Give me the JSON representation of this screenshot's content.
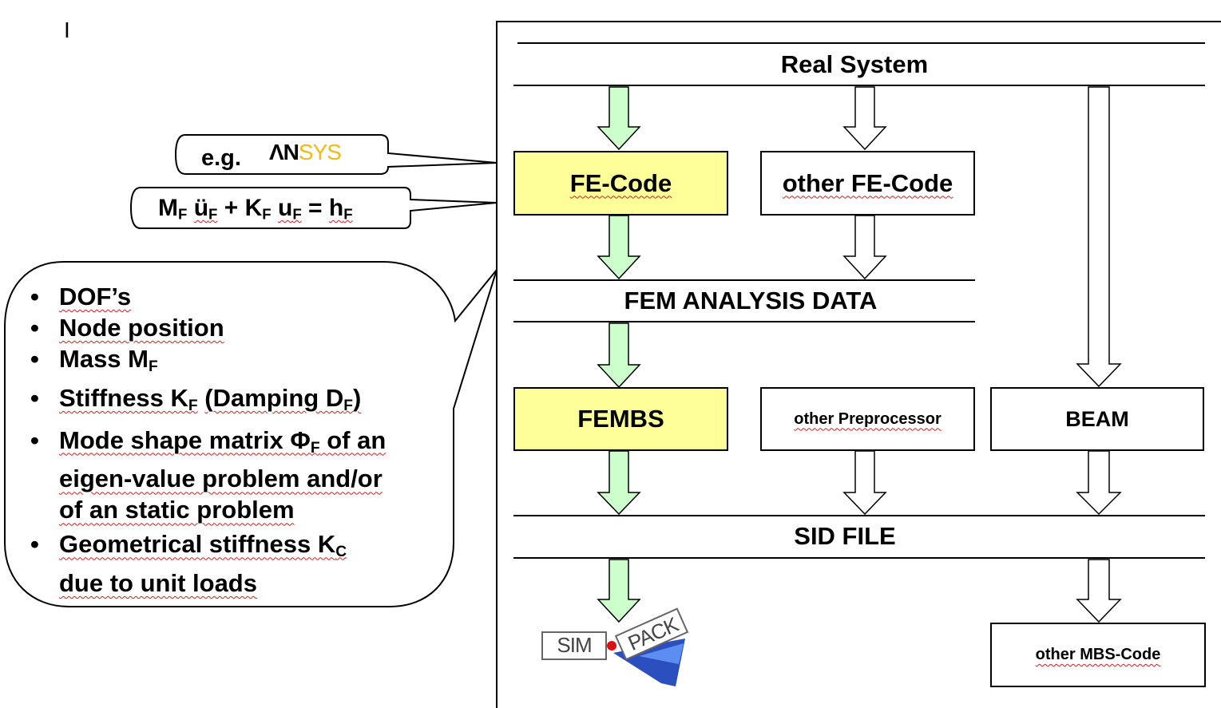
{
  "cursor_mark": "I",
  "diagram": {
    "real_system": "Real System",
    "fe_code": "FE-Code",
    "other_fe_code": "other FE-Code",
    "fem_analysis_data": "FEM ANALYSIS DATA",
    "fembs": "FEMBS",
    "other_preprocessor": "other Preprocessor",
    "beam": "BEAM",
    "sid_file": "SID FILE",
    "other_mbs_code": "other MBS-Code",
    "simpack_logo": {
      "sim": "SIM",
      "pack": "PACK"
    }
  },
  "callouts": {
    "example_prefix": "e.g.",
    "ansys_logo": {
      "an": "ΛN",
      "sys": "SYS"
    },
    "equation": {
      "m": "M",
      "m_sub": "F",
      "u_ddot": "ü",
      "u_ddot_sub": "F",
      "plus": "+",
      "k": "K",
      "k_sub": "F",
      "u": "u",
      "u_sub": "F",
      "equals": "=",
      "h": "h",
      "h_sub": "F"
    },
    "bullets": {
      "dofs": "DOF’s",
      "node_position": "Node position",
      "mass_label": "Mass M",
      "mass_sub": "F",
      "stiffness_label": "Stiffness K",
      "stiffness_sub": "F",
      "damping_label": "(Damping D",
      "damping_sub": "F",
      "damping_close": ")",
      "mode_shape_l1a": "Mode shape matrix Φ",
      "mode_shape_sub": "F",
      "mode_shape_l1b": " of an",
      "mode_shape_l2": "eigen-value problem and/or",
      "mode_shape_l3": "of an static problem",
      "geometrical_l1": "Geometrical stiffness K",
      "geometrical_sub": "C",
      "geometrical_l2": "due to unit loads"
    }
  },
  "colors": {
    "highlight_box": "#ffff99",
    "green_arrow": "#ccffcc",
    "spellcheck_underline": "#d42020",
    "ansys_yellow": "#f5b914",
    "simpack_blue": "#2b4fbf",
    "simpack_red": "#dd1111"
  }
}
